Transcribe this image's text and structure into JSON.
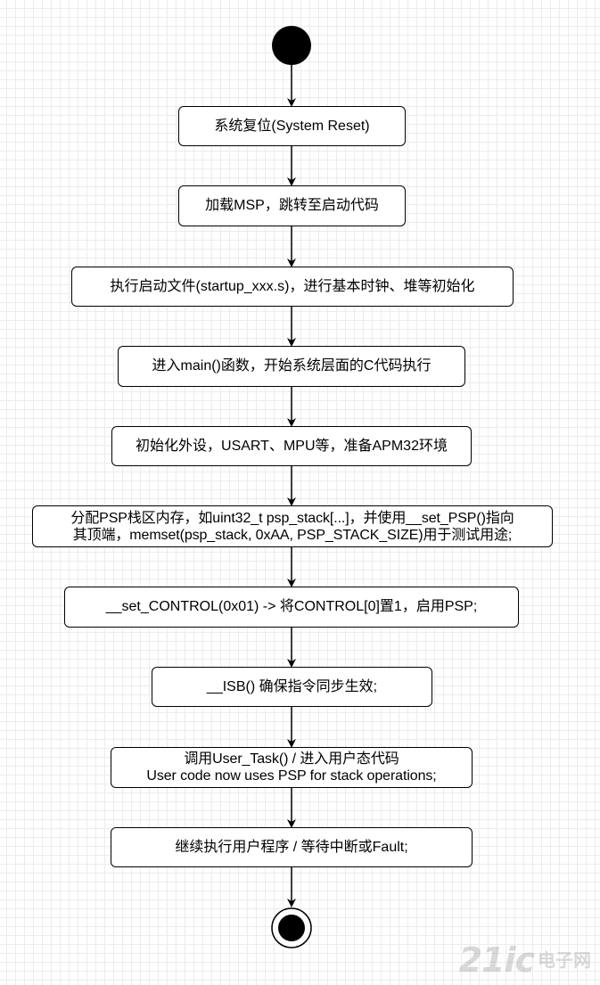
{
  "flowchart": {
    "steps": [
      {
        "id": "reset",
        "label": "系统复位(System Reset)"
      },
      {
        "id": "load_msp",
        "label": "加载MSP，跳转至启动代码"
      },
      {
        "id": "startup",
        "label": "执行启动文件(startup_xxx.s)，进行基本时钟、堆等初始化"
      },
      {
        "id": "main",
        "label": "进入main()函数，开始系统层面的C代码执行"
      },
      {
        "id": "periph",
        "label": "初始化外设，USART、MPU等，准备APM32环境"
      },
      {
        "id": "psp_alloc",
        "line1": "分配PSP栈区内存，如uint32_t psp_stack[...]，并使用__set_PSP()指向",
        "line2": "其顶端，memset(psp_stack, 0xAA, PSP_STACK_SIZE)用于测试用途;"
      },
      {
        "id": "control",
        "label": "__set_CONTROL(0x01) -> 将CONTROL[0]置1，启用PSP;"
      },
      {
        "id": "isb",
        "label": "__ISB() 确保指令同步生效;"
      },
      {
        "id": "user_task",
        "line1": "调用User_Task() / 进入用户态代码",
        "line2": "User code now uses PSP for stack operations;"
      },
      {
        "id": "continue",
        "label": "继续执行用户程序 / 等待中断或Fault;"
      }
    ]
  },
  "watermark": {
    "logo": "21ic",
    "cn": "电子网"
  },
  "colors": {
    "stroke": "#000000",
    "fill": "#ffffff",
    "grid": "#dadada"
  }
}
